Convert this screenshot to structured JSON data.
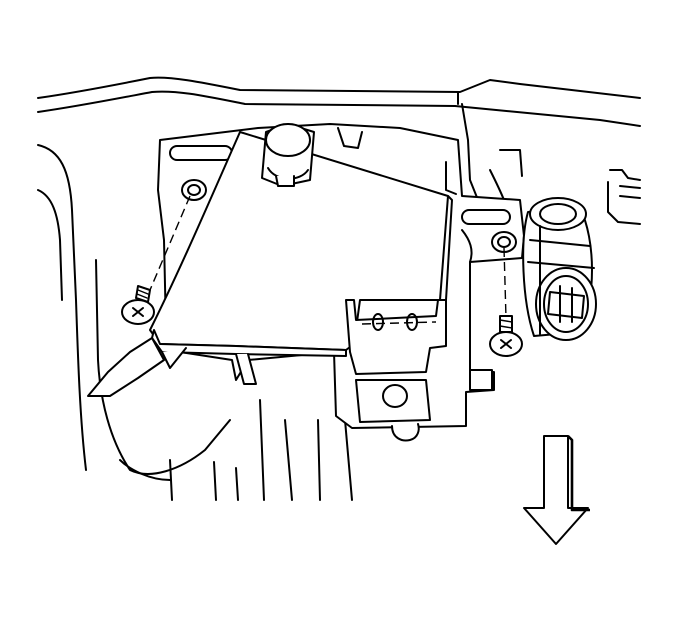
{
  "figure": {
    "kind": "technical line illustration",
    "parts": [
      "dashboard-panel",
      "mounting-bracket",
      "module-cover",
      "electrical-connector",
      "left-screw",
      "right-screw",
      "direction-arrow"
    ],
    "arrow_direction": "down",
    "ink_color": "#000000",
    "background_color": "#ffffff"
  }
}
